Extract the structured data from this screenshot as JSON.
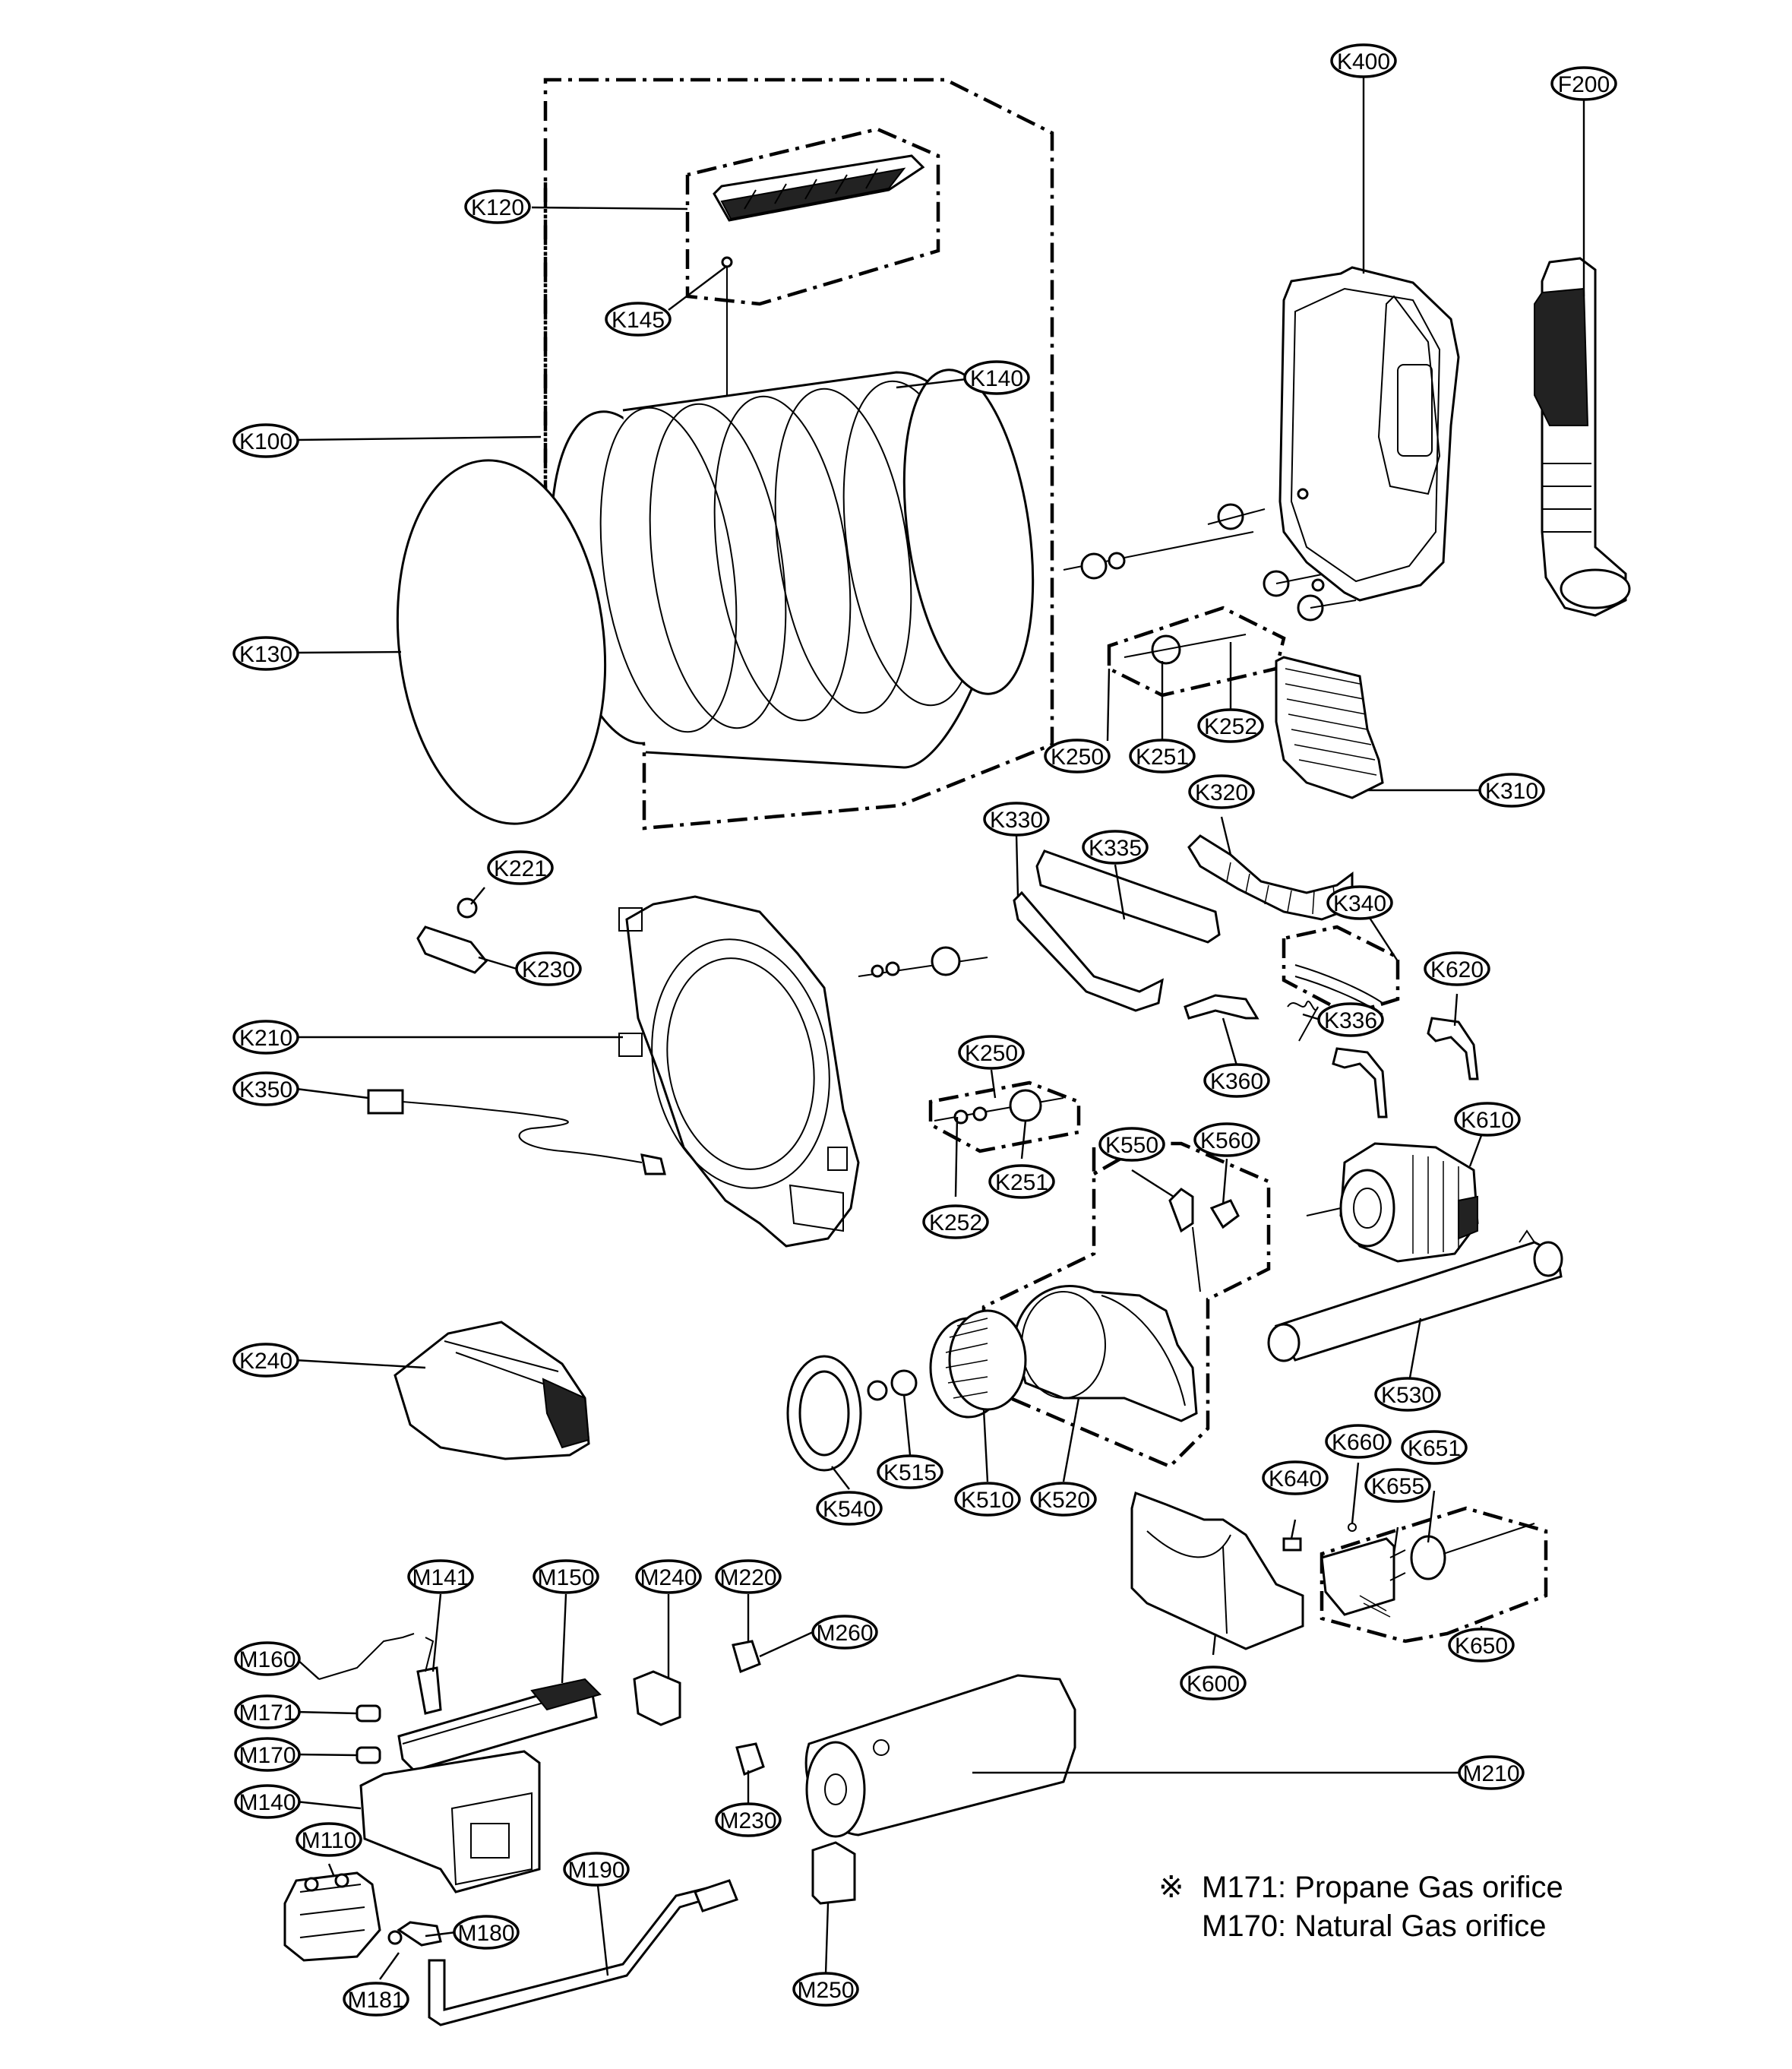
{
  "labels": [
    {
      "id": "K400",
      "text": "K400"
    },
    {
      "id": "F200",
      "text": "F200"
    },
    {
      "id": "K120",
      "text": "K120"
    },
    {
      "id": "K145",
      "text": "K145"
    },
    {
      "id": "K140",
      "text": "K140"
    },
    {
      "id": "K100",
      "text": "K100"
    },
    {
      "id": "K130",
      "text": "K130"
    },
    {
      "id": "K250a",
      "text": "K250"
    },
    {
      "id": "K251a",
      "text": "K251"
    },
    {
      "id": "K252a",
      "text": "K252"
    },
    {
      "id": "K310",
      "text": "K310"
    },
    {
      "id": "K320",
      "text": "K320"
    },
    {
      "id": "K330",
      "text": "K330"
    },
    {
      "id": "K335",
      "text": "K335"
    },
    {
      "id": "K221",
      "text": "K221"
    },
    {
      "id": "K230",
      "text": "K230"
    },
    {
      "id": "K340",
      "text": "K340"
    },
    {
      "id": "K620",
      "text": "K620"
    },
    {
      "id": "K210",
      "text": "K210"
    },
    {
      "id": "K336",
      "text": "K336"
    },
    {
      "id": "K360",
      "text": "K360"
    },
    {
      "id": "K250b",
      "text": "K250"
    },
    {
      "id": "K350",
      "text": "K350"
    },
    {
      "id": "K610",
      "text": "K610"
    },
    {
      "id": "K550",
      "text": "K550"
    },
    {
      "id": "K560",
      "text": "K560"
    },
    {
      "id": "K251b",
      "text": "K251"
    },
    {
      "id": "K252b",
      "text": "K252"
    },
    {
      "id": "K240",
      "text": "K240"
    },
    {
      "id": "K530",
      "text": "K530"
    },
    {
      "id": "K660",
      "text": "K660"
    },
    {
      "id": "K651",
      "text": "K651"
    },
    {
      "id": "K515",
      "text": "K515"
    },
    {
      "id": "K640",
      "text": "K640"
    },
    {
      "id": "K655",
      "text": "K655"
    },
    {
      "id": "K510",
      "text": "K510"
    },
    {
      "id": "K520",
      "text": "K520"
    },
    {
      "id": "K540",
      "text": "K540"
    },
    {
      "id": "M141",
      "text": "M141"
    },
    {
      "id": "M150",
      "text": "M150"
    },
    {
      "id": "M240",
      "text": "M240"
    },
    {
      "id": "M220",
      "text": "M220"
    },
    {
      "id": "K650",
      "text": "K650"
    },
    {
      "id": "M260",
      "text": "M260"
    },
    {
      "id": "M160",
      "text": "M160"
    },
    {
      "id": "K600",
      "text": "K600"
    },
    {
      "id": "M171",
      "text": "M171"
    },
    {
      "id": "M170",
      "text": "M170"
    },
    {
      "id": "M210",
      "text": "M210"
    },
    {
      "id": "M140",
      "text": "M140"
    },
    {
      "id": "M230",
      "text": "M230"
    },
    {
      "id": "M110",
      "text": "M110"
    },
    {
      "id": "M190",
      "text": "M190"
    },
    {
      "id": "M180",
      "text": "M180"
    },
    {
      "id": "M181",
      "text": "M181"
    },
    {
      "id": "M250",
      "text": "M250"
    }
  ],
  "note": {
    "symbol": "※",
    "line1": "M171: Propane Gas orifice",
    "line2": "M170: Natural Gas orifice"
  }
}
